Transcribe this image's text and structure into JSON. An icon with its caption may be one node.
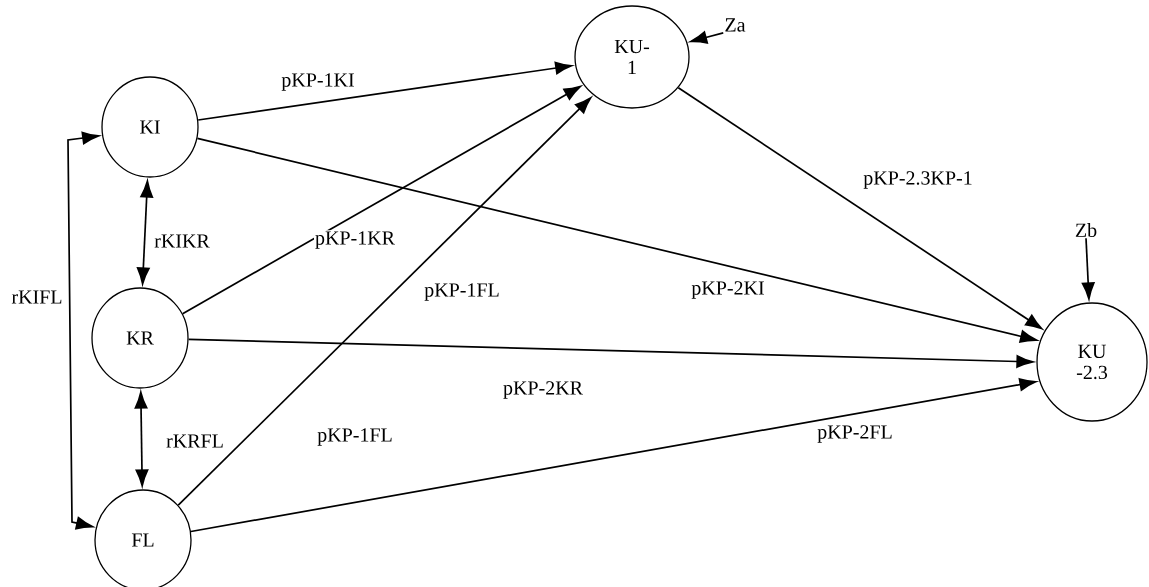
{
  "diagram": {
    "nodes": [
      {
        "text": [
          "KI"
        ]
      },
      {
        "text": [
          "KR"
        ]
      },
      {
        "text": [
          "FL"
        ]
      },
      {
        "text": [
          "KU- 1"
        ]
      },
      {
        "text": [
          "KU -2.3"
        ]
      },
      {
        "text": [
          "Za"
        ]
      },
      {
        "text": [
          "Zb"
        ]
      }
    ],
    "edges": [
      {
        "from": 0,
        "to": 3,
        "arrow": "to",
        "label": "pKP-1KI"
      },
      {
        "from": 0,
        "to": 4,
        "arrow": "to",
        "label": "pKP-2KI"
      },
      {
        "from": 1,
        "to": 3,
        "arrow": "to",
        "label": "pKP-1KR"
      },
      {
        "from": 1,
        "to": 4,
        "arrow": "to",
        "label": "pKP-2KR"
      },
      {
        "from": 2,
        "to": 3,
        "arrow": "to",
        "label": "pKP-1FL"
      },
      {
        "from": 2,
        "to": 4,
        "arrow": "to",
        "label": "pKP-2FL"
      },
      {
        "from": 3,
        "to": 4,
        "arrow": "to",
        "label": "pKP-2.3KP-1"
      },
      {
        "from": 0,
        "to": 1,
        "arrow": "both",
        "label": "rKIKR"
      },
      {
        "from": 1,
        "to": 2,
        "arrow": "both",
        "label": "rKRFL"
      },
      {
        "from": 0,
        "to": 2,
        "arrow": "both",
        "label": "rKIFL"
      },
      {
        "from": 5,
        "to": 3,
        "arrow": "to"
      },
      {
        "from": 6,
        "to": 4,
        "arrow": "to"
      }
    ],
    "labels": [
      "pKP-1FL"
    ]
  }
}
